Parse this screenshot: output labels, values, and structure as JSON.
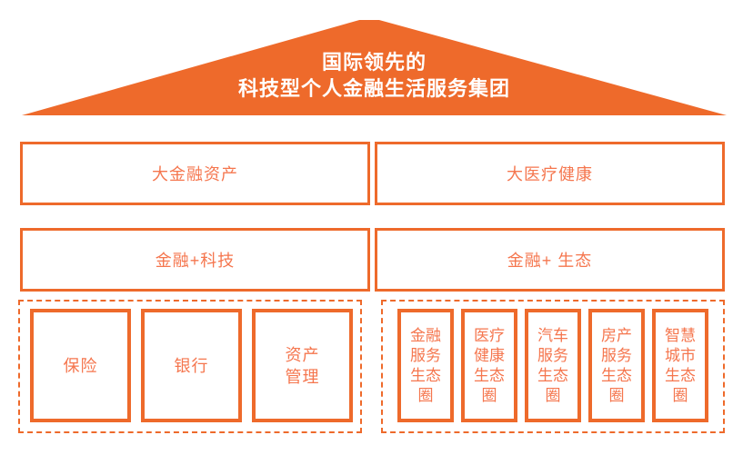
{
  "colors": {
    "orange": "#ee6a2b",
    "salmon": "#f5764e",
    "white": "#ffffff"
  },
  "roof": {
    "title_line1": "国际领先的",
    "title_line2": "科技型个人金融生活服务集团"
  },
  "tiers": [
    {
      "cells": [
        "大金融资产",
        "大医疗健康"
      ]
    },
    {
      "cells": [
        "金融+科技",
        "金融+ 生态"
      ]
    }
  ],
  "bottom": {
    "left_group": {
      "items": [
        "保险",
        "银行",
        "资产\n管理"
      ]
    },
    "right_group": {
      "items": [
        "金融\n服务\n生态\n圈",
        "医疗\n健康\n生态\n圈",
        "汽车\n服务\n生态\n圈",
        "房产\n服务\n生态\n圈",
        "智慧\n城市\n生态\n圈"
      ]
    }
  }
}
